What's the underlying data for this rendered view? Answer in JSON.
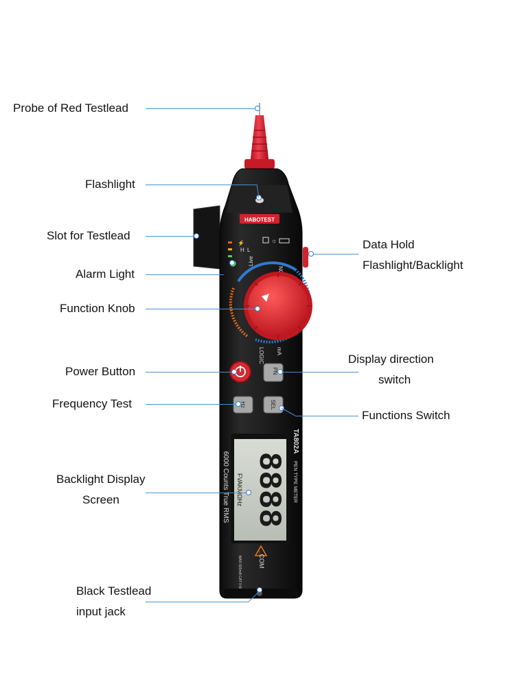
{
  "callouts": {
    "probe": "Probe of Red Testlead",
    "flashlight": "Flashlight",
    "slot": "Slot for Testlead",
    "alarm": "Alarm Light",
    "knob": "Function Knob",
    "power": "Power Button",
    "frequency": "Frequency Test",
    "backlight_display_1": "Backlight Display",
    "backlight_display_2": "Screen",
    "black_jack_1": "Black Testlead",
    "black_jack_2": "input jack",
    "data_hold_1": "Data Hold",
    "data_hold_2": "Flashlight/Backlight",
    "direction_1": "Display direction",
    "direction_2": "switch",
    "functions_switch": "Functions Switch"
  },
  "device": {
    "brand": "HABOTEST",
    "model": "TA802A",
    "model_sub": "PEN TYPE METER",
    "counts": "6000 Counts True RMS",
    "lcd_digits": "8888",
    "lcd_units": "FVAKMΩHz",
    "live": "Live",
    "ncv": "NCV",
    "logic": "LOGIC",
    "ma": "mA",
    "hz_button": "Hz",
    "sel_button": "SEL",
    "pn_button": "PN",
    "com": "COM",
    "warning": "MAX 600mA CAT II 600V",
    "led_h": "H",
    "led_l": "L",
    "body_color": "#1b1b1b",
    "knob_color": "#e0242e",
    "probe_color": "#e32636",
    "accent_blue": "#2e7bd1",
    "accent_orange": "#e46a1c"
  }
}
